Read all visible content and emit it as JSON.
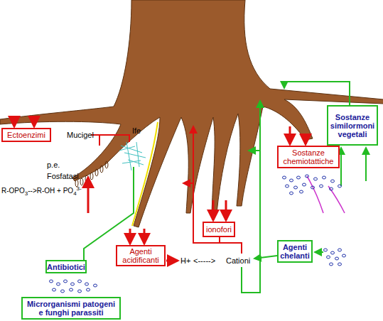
{
  "diagram": {
    "nodes": [
      {
        "text": [
          "Sostanze similormoni vegetali"
        ]
      },
      {
        "text": [
          "Ectoenzimi"
        ]
      },
      {
        "text": [
          "Sostanze chemiotattiche"
        ]
      },
      {
        "text": [
          "ionofori"
        ]
      },
      {
        "text": [
          "Agenti chelanti"
        ]
      },
      {
        "text": [
          "Agenti acidificanti"
        ]
      },
      {
        "text": [
          "Antibiotici"
        ]
      },
      {
        "text": [
          "Microrganismi patogeni e funghi parassiti"
        ]
      }
    ],
    "labels": [
      "Mucigel",
      "Ife",
      "p.e.",
      "Fosfatasi",
      "R-OPO",
      "3",
      "-->R-OH + PO",
      "4",
      "3-",
      "H+",
      "<----->",
      "Cationi"
    ]
  }
}
